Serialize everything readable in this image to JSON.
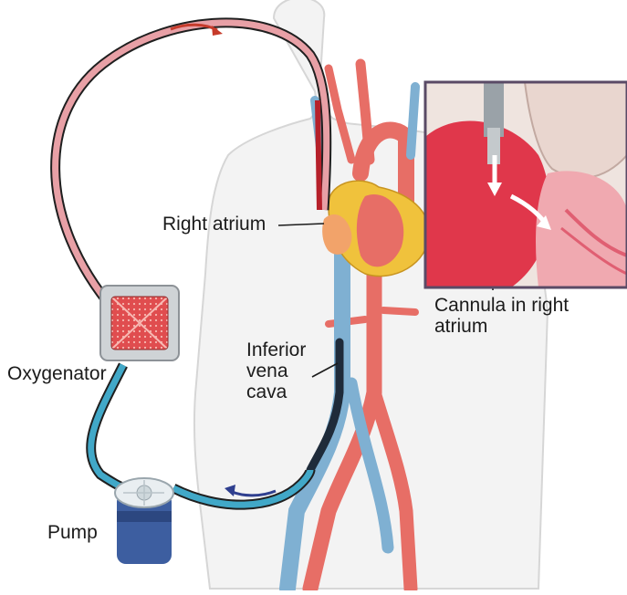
{
  "labels": {
    "right_atrium": "Right atrium",
    "inferior_vena_cava": [
      "Inferior",
      "vena",
      "cava"
    ],
    "cannula": [
      "Cannula in right",
      "atrium"
    ],
    "oxygenator": "Oxygenator",
    "pump": "Pump"
  },
  "colors": {
    "arterial_tube": "#e8a0a6",
    "venous_tube": "#41a8c8",
    "artery": "#e76e66",
    "vein": "#7fb0d2",
    "heart": "#f0c23c",
    "pump_body": "#3d5ea0",
    "flow_arrow_red": "#c63b2b",
    "flow_arrow_blue": "#2f3f8f"
  }
}
